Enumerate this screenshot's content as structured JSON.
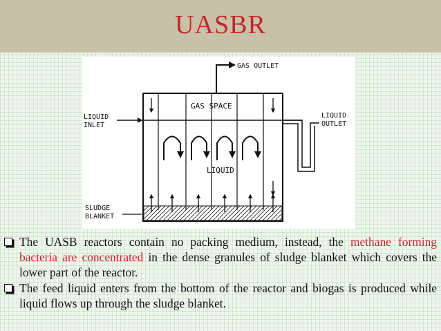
{
  "slide": {
    "title": "UASBR"
  },
  "figure": {
    "labels": {
      "gas_outlet": "GAS OUTLET",
      "gas_space": "GAS   SPACE",
      "liquid_inlet_1": "LIQUID",
      "liquid_inlet_2": "INLET",
      "liquid_outlet_1": "LIQUID",
      "liquid_outlet_2": "OUTLET",
      "liquid": "LIQUID",
      "sludge_1": "SLUDGE",
      "sludge_2": "BLANKET"
    }
  },
  "bullets": {
    "b1_part1": "The UASB reactors contain no packing medium, instead, the ",
    "b1_highlight": "methane forming bacteria are concentrated",
    "b1_part2": " in the dense granules of sludge blanket which covers the lower part of the reactor.",
    "b2": "The feed liquid enters from the bottom of the reactor and biogas is produced while liquid flows up through the sludge blanket."
  },
  "colors": {
    "title": "#c0282d",
    "highlight": "#c0282d",
    "title_bar": "#c9c1a7"
  }
}
